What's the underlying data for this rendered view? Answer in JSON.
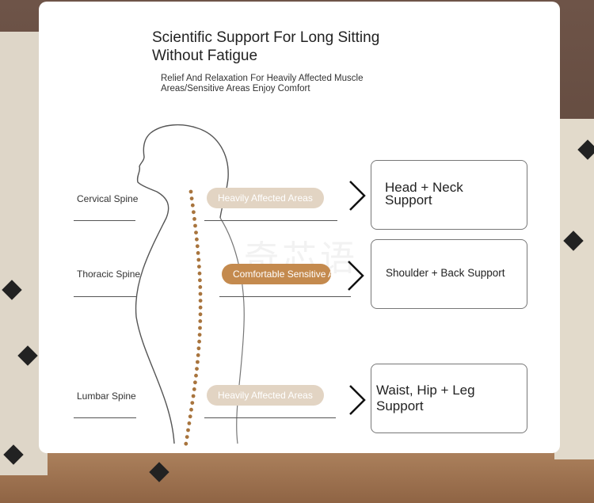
{
  "heading": {
    "title_line1": "Scientific Support For Long Sitting",
    "title_line2": "Without Fatigue",
    "subtitle_line1": "Relief And Relaxation For Heavily Affected Muscle",
    "subtitle_line2": "Areas/Sensitive Areas Enjoy Comfort"
  },
  "rows": [
    {
      "spine": "Cervical Spine",
      "area": "Heavily Affected Areas",
      "support": "Head + Neck Support"
    },
    {
      "spine": "Thoracic Spine",
      "area": "Comfortable Sensitive Areas",
      "support": "Shoulder + Back Support"
    },
    {
      "spine": "Lumbar Spine",
      "area": "Heavily Affected Areas",
      "support": "Waist, Hip + Leg Support"
    }
  ],
  "watermark": "奇芯语",
  "colors": {
    "pill_light": "#e2d4c3",
    "pill_dark": "#c48a4e",
    "spine_dots": "#a8743d"
  },
  "icons": {
    "arrow": "chevron-right-icon"
  }
}
